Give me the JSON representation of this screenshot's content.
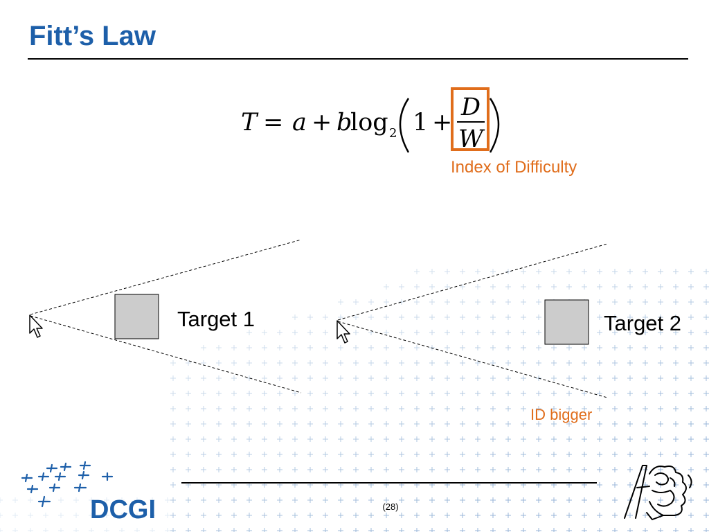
{
  "slide": {
    "title": "Fitt’s Law",
    "formula": {
      "T": "T",
      "equals": "=",
      "a": "a",
      "plus1": "+",
      "b": "b",
      "log": "log",
      "log_base": "2",
      "one": "1",
      "plus2": "+",
      "numerator": "D",
      "denominator": "W"
    },
    "formula_annotation": "Index of Difficulty",
    "target1_label": "Target 1",
    "target2_label": "Target 2",
    "target2_annotation": "ID bigger",
    "page_number": "(28)",
    "logo_text": "DCGI"
  },
  "colors": {
    "title": "#1d5fa9",
    "accent_orange": "#e06d1b",
    "target_fill": "#cccccc",
    "logo_blue": "#1d5fa9"
  },
  "icons": [
    "mouse-pointer-icon",
    "dcgi-logo",
    "ctu-lion-logo"
  ]
}
